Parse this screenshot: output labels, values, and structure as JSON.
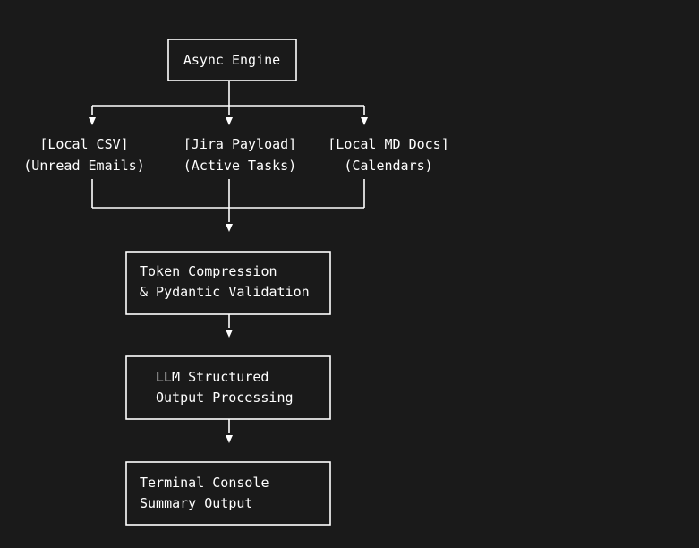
{
  "diagram": {
    "engine": {
      "label": "Async Engine"
    },
    "sources": [
      {
        "line1": "[Local CSV]",
        "line2": "(Unread Emails)"
      },
      {
        "line1": "[Jira Payload]",
        "line2": "(Active Tasks)"
      },
      {
        "line1": "[Local MD Docs]",
        "line2": "(Calendars)"
      }
    ],
    "compression": {
      "line1": "Token Compression",
      "line2": "& Pydantic Validation"
    },
    "llm": {
      "line1": "LLM Structured",
      "line2": "Output Processing"
    },
    "terminal": {
      "line1": "Terminal Console",
      "line2": "Summary Output"
    }
  }
}
